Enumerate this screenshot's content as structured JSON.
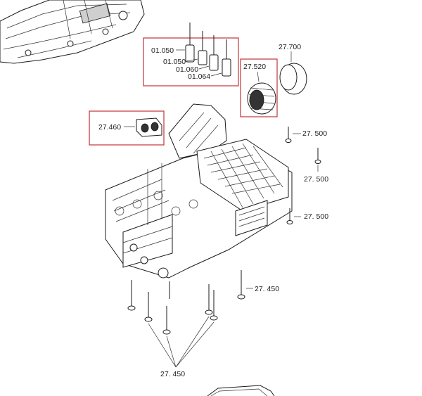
{
  "labels": {
    "p01050a": "01.050",
    "p01050b": "01.050",
    "p01060": "01.060",
    "p01064": "01.064",
    "p27520": "27.520",
    "p27700": "27.700",
    "p27460": "27.460",
    "p27500a": "27. 500",
    "p27500b": "27. 500",
    "p27500c": "27. 500",
    "p27450a": "27. 450",
    "p27450b": "27. 450"
  },
  "colors": {
    "highlight_box": "#c0343a",
    "line": "#1a1a1a"
  }
}
